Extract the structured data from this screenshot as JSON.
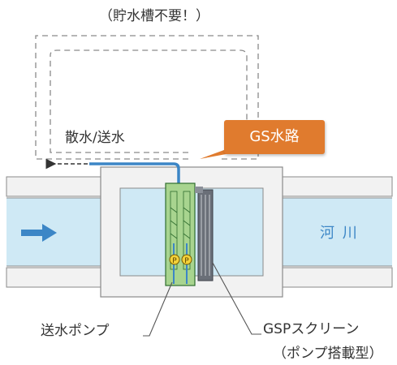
{
  "labels": {
    "storage_note": "（貯水槽不要！）",
    "spray_supply": "散水/送水",
    "gs_channel": "GS水路",
    "river": "河 川",
    "pump": "送水ポンプ",
    "screen": "GSPスクリーン",
    "screen_type": "（ポンプ搭載型）",
    "gauge_mark": "P"
  },
  "colors": {
    "water": "#cfe9f5",
    "pipe": "#3c86c6",
    "callout": "#e07b2e",
    "pump_unit": "#a8d48f",
    "line": "#555555"
  },
  "icons": {
    "flow_arrow": "right-arrow-icon",
    "return_arrow": "left-arrow-icon"
  }
}
